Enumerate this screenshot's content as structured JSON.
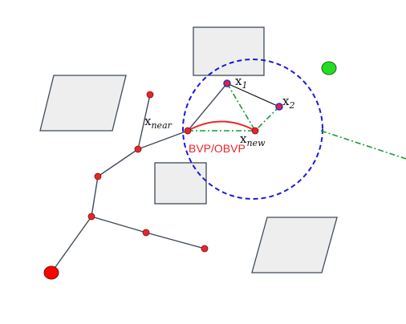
{
  "labels": {
    "x1_base": "x",
    "x1_sub": "1",
    "x2_base": "x",
    "x2_sub": "2",
    "xnear_base": "x",
    "xnear_sub": "near",
    "xnew_base": "x",
    "xnew_sub": "new",
    "bvp": "BVP/OBVP"
  },
  "colors": {
    "obstacle_fill": "#eeeeee",
    "obstacle_stroke": "#3f4a5a",
    "tree_edge": "#3f4a5a",
    "tree_node": "#e8262a",
    "start_node": "#ff0000",
    "goal_node": "#22dd22",
    "candidate_node": "#2b2bd6",
    "circle": "#1a1ad8",
    "dashdot": "#1a9a3a",
    "bvp_curve": "#e8262a",
    "bvp_text": "#e8262a"
  }
}
